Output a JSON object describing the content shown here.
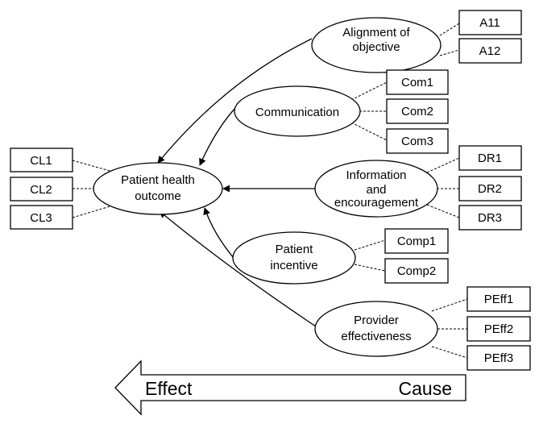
{
  "constructs": {
    "outcome": {
      "line1": "Patient health",
      "line2": "outcome"
    },
    "alignment": {
      "line1": "Alignment of",
      "line2": "objective"
    },
    "communication": {
      "line1": "Communication"
    },
    "information": {
      "line1": "Information",
      "line2": "and",
      "line3": "encouragement"
    },
    "incentive": {
      "line1": "Patient",
      "line2": "incentive"
    },
    "provider": {
      "line1": "Provider",
      "line2": "effectiveness"
    }
  },
  "indicators": {
    "outcome": [
      "CL1",
      "CL2",
      "CL3"
    ],
    "alignment": [
      "A11",
      "A12"
    ],
    "communication": [
      "Com1",
      "Com2",
      "Com3"
    ],
    "information": [
      "DR1",
      "DR2",
      "DR3"
    ],
    "incentive": [
      "Comp1",
      "Comp2"
    ],
    "provider": [
      "PEff1",
      "PEff2",
      "PEff3"
    ]
  },
  "direction_arrow": {
    "left_label": "Effect",
    "right_label": "Cause"
  }
}
